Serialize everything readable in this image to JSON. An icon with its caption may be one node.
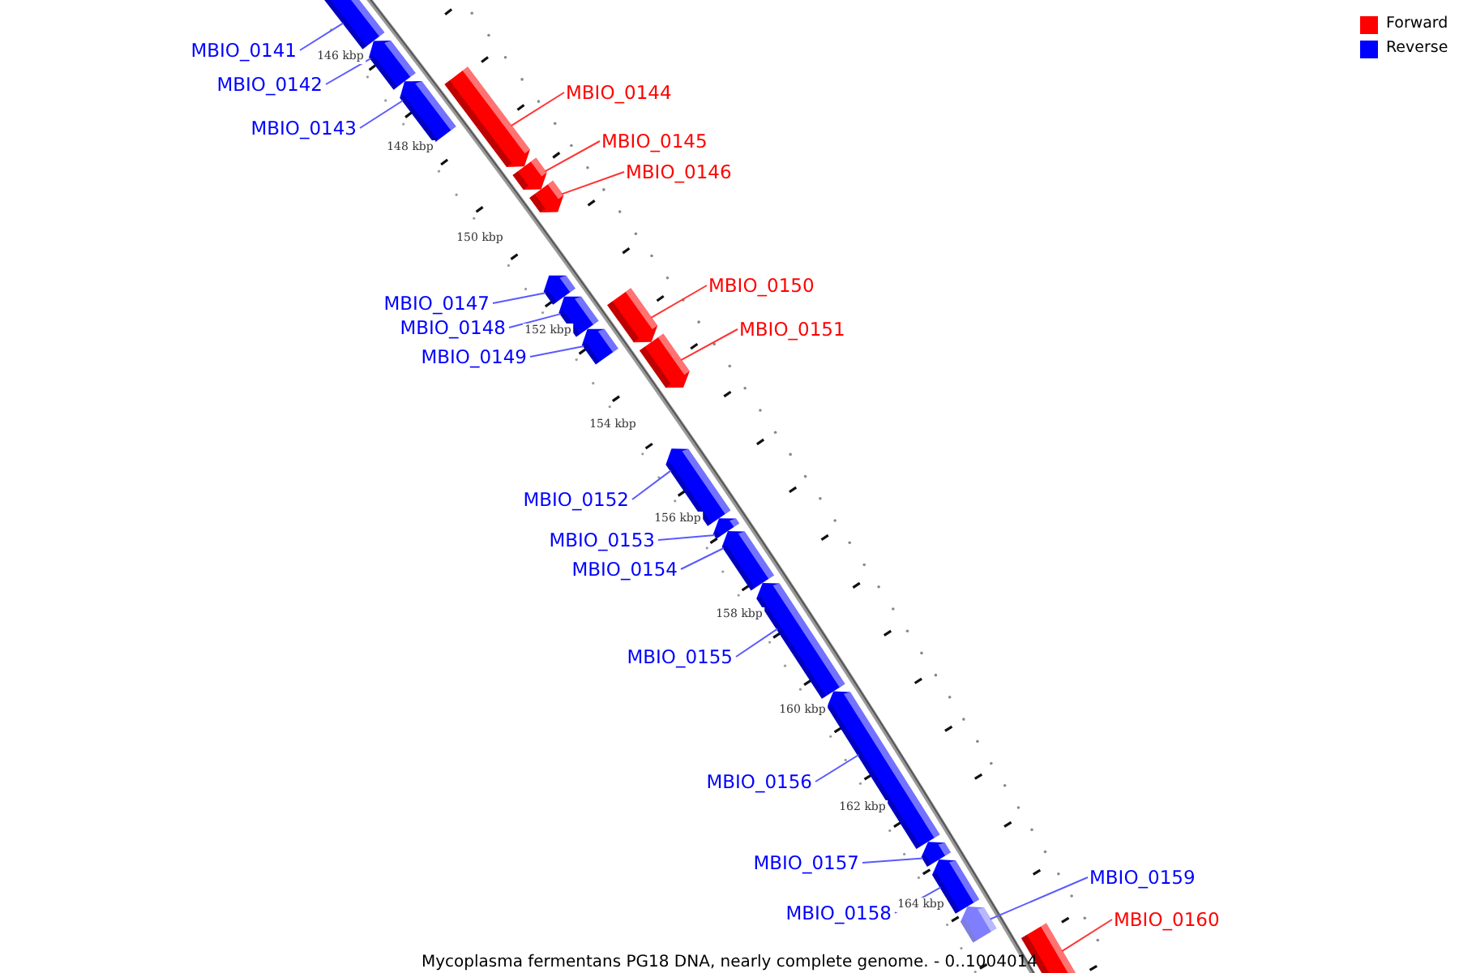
{
  "diagram": {
    "caption": "Mycoplasma fermentans PG18 DNA, nearly complete genome. - 0..1004014",
    "nodes": [
      {
        "text": [
          "MBIO_0141"
        ]
      },
      {
        "text": [
          "MBIO_0142"
        ]
      },
      {
        "text": [
          "MBIO_0143"
        ]
      },
      {
        "text": [
          "MBIO_0144"
        ]
      },
      {
        "text": [
          "MBIO_0145"
        ]
      },
      {
        "text": [
          "MBIO_0146"
        ]
      },
      {
        "text": [
          "MBIO_0147"
        ]
      },
      {
        "text": [
          "MBIO_0148"
        ]
      },
      {
        "text": [
          "MBIO_0149"
        ]
      },
      {
        "text": [
          "MBIO_0150"
        ]
      },
      {
        "text": [
          "MBIO_0151"
        ]
      },
      {
        "text": [
          "MBIO_0152"
        ]
      },
      {
        "text": [
          "MBIO_0153"
        ]
      },
      {
        "text": [
          "MBIO_0154"
        ]
      },
      {
        "text": [
          "MBIO_0155"
        ]
      },
      {
        "text": [
          "MBIO_0156"
        ]
      },
      {
        "text": [
          "MBIO_0157"
        ]
      },
      {
        "text": [
          "MBIO_0158"
        ]
      },
      {
        "text": [
          "MBIO_0159"
        ]
      },
      {
        "text": [
          "MBIO_0160"
        ]
      },
      {
        "text": [],
        "shape": "bar"
      },
      {
        "text": [],
        "shape": "bar"
      },
      {
        "text": [],
        "shape": "bar"
      },
      {
        "text": [],
        "shape": "bar"
      },
      {
        "text": [],
        "shape": "bar"
      },
      {
        "text": [],
        "shape": "bar"
      },
      {
        "text": [],
        "shape": "bar"
      },
      {
        "text": [],
        "shape": "bar"
      },
      {
        "text": [],
        "shape": "bar"
      },
      {
        "text": [],
        "shape": "bar"
      },
      {
        "text": [],
        "shape": "bar"
      },
      {
        "text": [],
        "shape": "bar"
      },
      {
        "text": [],
        "shape": "bar"
      },
      {
        "text": [],
        "shape": "bar"
      },
      {
        "text": [],
        "shape": "bar"
      },
      {
        "text": [],
        "shape": "bar"
      },
      {
        "text": [],
        "shape": "bar"
      },
      {
        "text": [],
        "shape": "bar"
      },
      {
        "text": [],
        "shape": "bar"
      },
      {
        "text": [],
        "shape": "bar"
      }
    ],
    "edges": [
      {
        "from": 0,
        "to": 20,
        "arrow": "none"
      },
      {
        "from": 1,
        "to": 21,
        "arrow": "none"
      },
      {
        "from": 2,
        "to": 22,
        "arrow": "none"
      },
      {
        "from": 3,
        "to": 23,
        "arrow": "none",
        "color": "#ff3333"
      },
      {
        "from": 4,
        "to": 24,
        "arrow": "none",
        "color": "#ff3333"
      },
      {
        "from": 5,
        "to": 25,
        "arrow": "none",
        "color": "#ff3333"
      },
      {
        "from": 6,
        "to": 26,
        "arrow": "none"
      },
      {
        "from": 7,
        "to": 27,
        "arrow": "none"
      },
      {
        "from": 8,
        "to": 28,
        "arrow": "none"
      },
      {
        "from": 9,
        "to": 29,
        "arrow": "none",
        "color": "#ff3333"
      },
      {
        "from": 10,
        "to": 30,
        "arrow": "none",
        "color": "#ff3333"
      },
      {
        "from": 11,
        "to": 31,
        "arrow": "none"
      },
      {
        "from": 12,
        "to": 32,
        "arrow": "none"
      },
      {
        "from": 13,
        "to": 33,
        "arrow": "none"
      },
      {
        "from": 14,
        "to": 34,
        "arrow": "none"
      },
      {
        "from": 15,
        "to": 35,
        "arrow": "none"
      },
      {
        "from": 16,
        "to": 36,
        "arrow": "none"
      },
      {
        "from": 17,
        "to": 37,
        "arrow": "none"
      },
      {
        "from": 18,
        "to": 38,
        "arrow": "none"
      },
      {
        "from": 19,
        "to": 39,
        "arrow": "none",
        "color": "#ff3333"
      }
    ],
    "labels": [
      "146 kbp",
      "148 kbp",
      "150 kbp",
      "152 kbp",
      "154 kbp",
      "156 kbp",
      "158 kbp",
      "160 kbp",
      "162 kbp",
      "164 kbp"
    ],
    "legend": [
      {
        "text": "Forward",
        "color": "#ff0000"
      },
      {
        "text": "Reverse",
        "color": "#0000ff"
      }
    ]
  }
}
